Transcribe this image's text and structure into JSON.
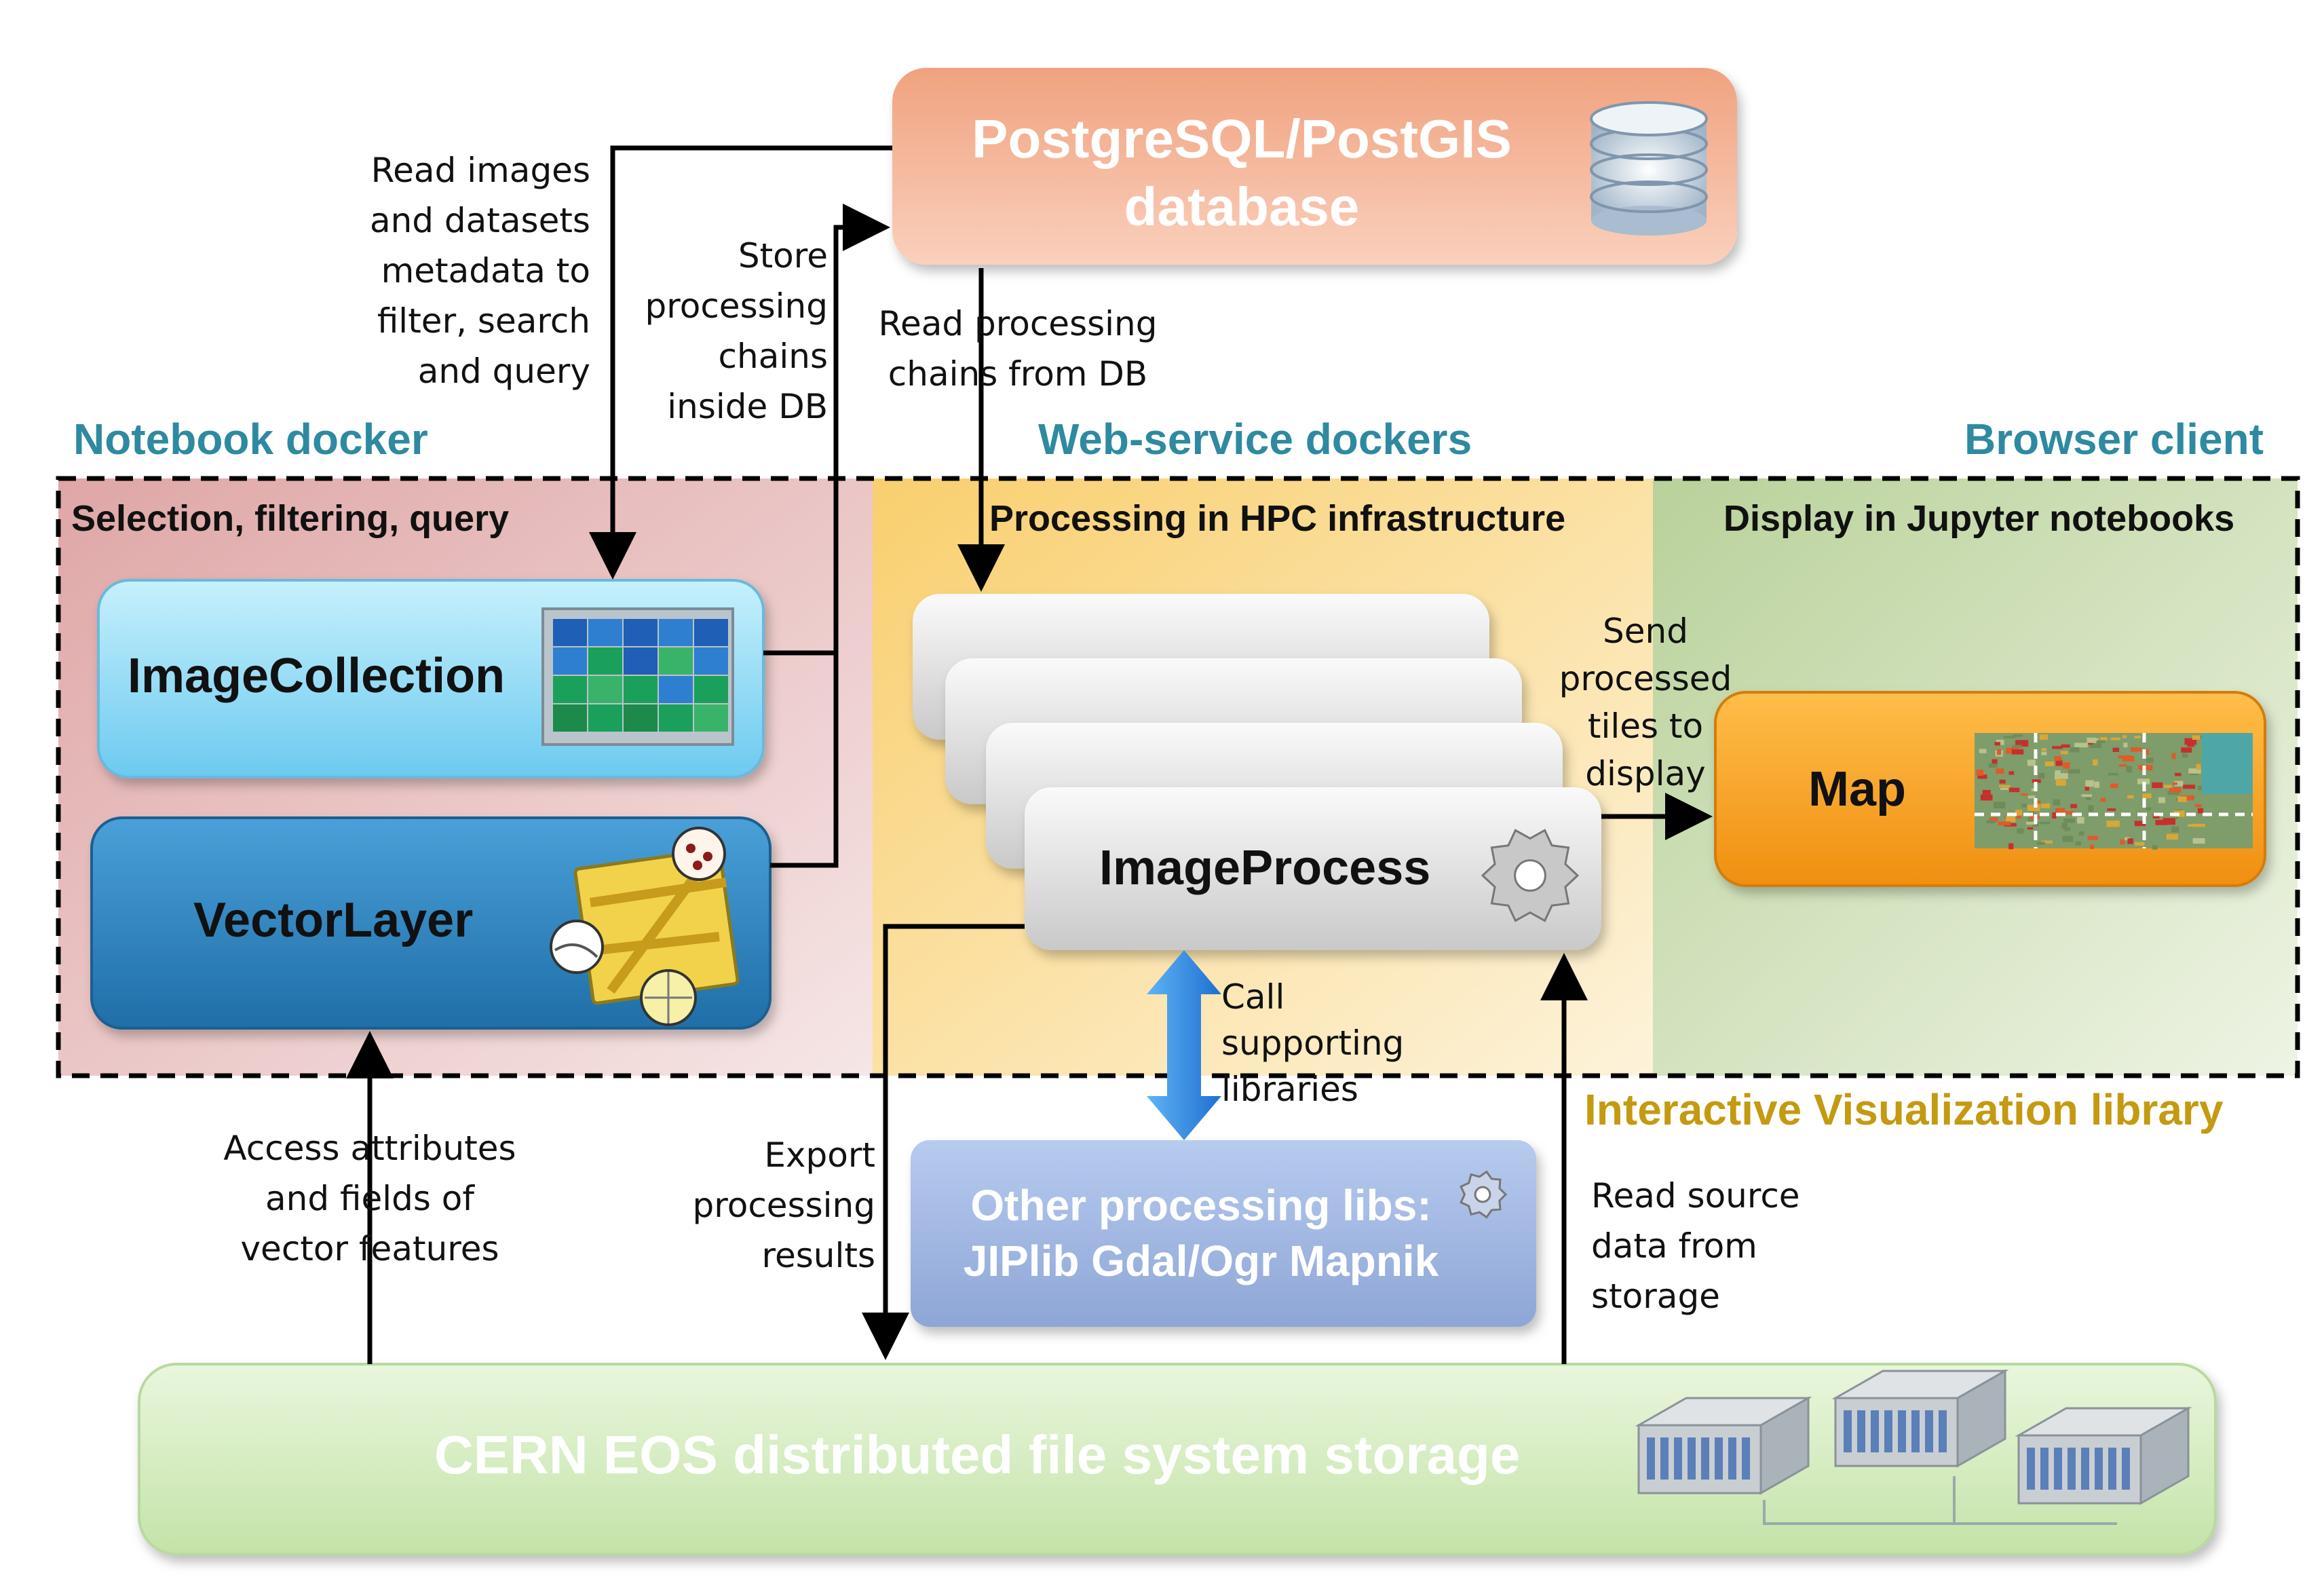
{
  "database": {
    "title_line1": "PostgreSQL/PostGIS",
    "title_line2": "database"
  },
  "sections": {
    "notebook": "Notebook docker",
    "webservice": "Web-service dockers",
    "browser": "Browser client",
    "ivl": "Interactive Visualization library"
  },
  "subsections": {
    "selection": "Selection, filtering, query",
    "processing": "Processing in HPC infrastructure",
    "display": "Display in Jupyter notebooks"
  },
  "boxes": {
    "image_collection": "ImageCollection",
    "vector_layer": "VectorLayer",
    "image_process": "ImageProcess",
    "map": "Map",
    "other_libs_line1": "Other processing libs:",
    "other_libs_line2": "JIPlib  Gdal/Ogr  Mapnik",
    "storage": "CERN EOS distributed file system storage"
  },
  "labels": {
    "read_images": [
      "Read images",
      "and datasets",
      "metadata to",
      "filter, search",
      "and query"
    ],
    "store_chains": [
      "Store",
      "processing",
      "chains",
      "inside DB"
    ],
    "read_chains": [
      "Read processing",
      "chains from DB"
    ],
    "send_tiles": [
      "Send",
      "processed",
      "tiles to",
      "display"
    ],
    "call_libs": [
      "Call",
      "supporting",
      "libraries"
    ],
    "access_attr": [
      "Access attributes",
      "and fields of",
      "vector features"
    ],
    "export_results": [
      "Export",
      "processing",
      "results"
    ],
    "read_source": [
      "Read source",
      "data from",
      "storage"
    ]
  },
  "colors": {
    "notebook_bg": "#e3b1b1",
    "webservice_bg": "#fbd98a",
    "browser_bg": "#c4d8a6",
    "section_text": "#2e8aa0",
    "ivl_text": "#c49a10",
    "database": "#f5b394",
    "image_collection": "#8fdcf5",
    "vector_layer": "#2f82c1",
    "map": "#f5a423",
    "other_libs": "#9fb6e0",
    "storage": "#d4ecc0"
  },
  "icons": [
    "database-icon",
    "image-grid-icon",
    "vector-map-icon",
    "gear-icon",
    "satellite-map-icon",
    "server-icon"
  ]
}
